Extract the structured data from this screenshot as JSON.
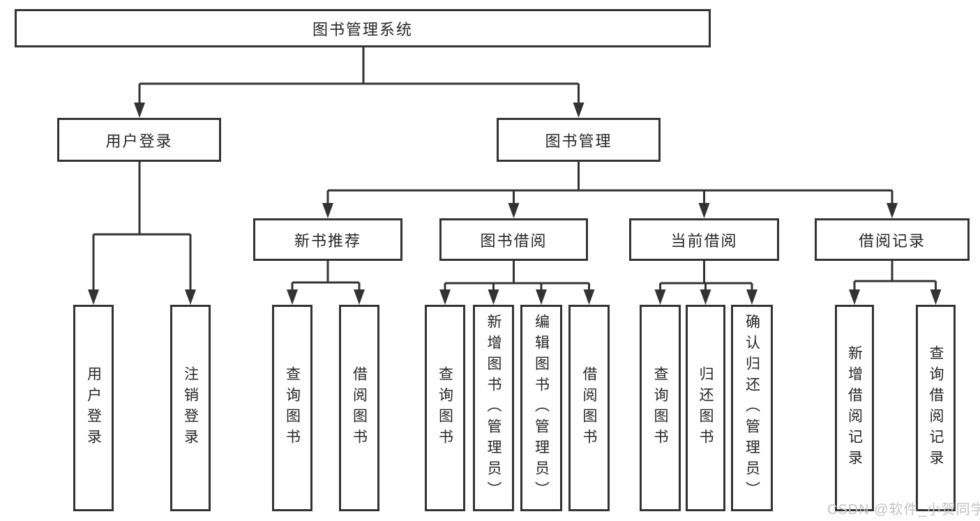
{
  "colors": {
    "line": "#333333",
    "text": "#262626",
    "box_background": "#ffffff",
    "page_background": "#ffffff",
    "watermark": "#c3c3c3"
  },
  "watermark": "CSDN @软件_小贺同学",
  "tree": {
    "root": {
      "label": "图书管理系统"
    },
    "branches": [
      {
        "label": "用户登录",
        "children": [
          {
            "label": "用户登录"
          },
          {
            "label": "注销登录"
          }
        ]
      },
      {
        "label": "图书管理",
        "children": [
          {
            "label": "新书推荐",
            "children": [
              {
                "label": "查询图书"
              },
              {
                "label": "借阅图书"
              }
            ]
          },
          {
            "label": "图书借阅",
            "children": [
              {
                "label": "查询图书"
              },
              {
                "label": "新增图书（管理员）"
              },
              {
                "label": "编辑图书（管理员）"
              },
              {
                "label": "借阅图书"
              }
            ]
          },
          {
            "label": "当前借阅",
            "children": [
              {
                "label": "查询图书"
              },
              {
                "label": "归还图书"
              },
              {
                "label": "确认归还（管理员）"
              }
            ]
          },
          {
            "label": "借阅记录",
            "children": [
              {
                "label": "新增借阅记录"
              },
              {
                "label": "查询借阅记录"
              }
            ]
          }
        ]
      }
    ]
  }
}
